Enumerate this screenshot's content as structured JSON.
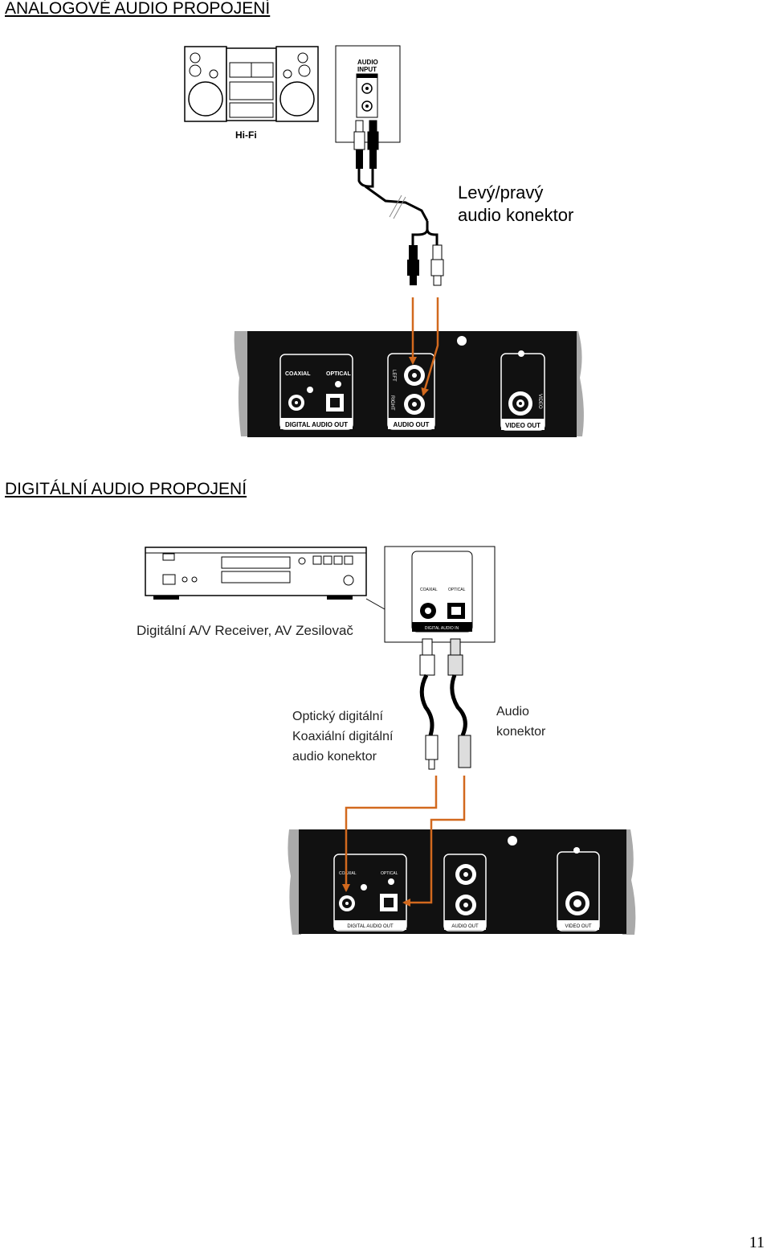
{
  "headings": {
    "analog": "ANALOGOVÉ AUDIO PROPOJENÍ",
    "digital": "DIGITÁLNÍ AUDIO PROPOJENÍ"
  },
  "analog_diagram": {
    "hifi_label": "Hi-Fi",
    "audio_input_label_1": "AUDIO",
    "audio_input_label_2": "INPUT",
    "callout_line1": "Levý/pravý",
    "callout_line2": "audio konektor",
    "panel": {
      "coaxial": "COAXIAL",
      "optical": "OPTICAL",
      "digital_audio_out": "DIGITAL AUDIO OUT",
      "left": "LEFT",
      "right": "RIGHT",
      "audio_out": "AUDIO OUT",
      "video": "VIDEO",
      "video_out": "VIDEO OUT"
    }
  },
  "digital_diagram": {
    "receiver_label": "Digitální A/V Receiver, AV Zesilovač",
    "digital_audio_in": "DIGITAL AUDIO IN",
    "coaxial": "COAXIAL",
    "optical": "OPTICAL",
    "callout_left_1": "Optický digitální",
    "callout_left_2": "Koaxiální digitální",
    "callout_left_3": "audio konektor",
    "callout_right_1": "Audio",
    "callout_right_2": "konektor",
    "panel": {
      "digital_audio_out": "DIGITAL AUDIO OUT",
      "audio_out": "AUDIO OUT",
      "video_out": "VIDEO OUT",
      "coaxial": "COAXIAL",
      "optical": "OPTICAL"
    }
  },
  "page_number": "11",
  "colors": {
    "arrow": "#d2691e",
    "panel": "#111111"
  }
}
